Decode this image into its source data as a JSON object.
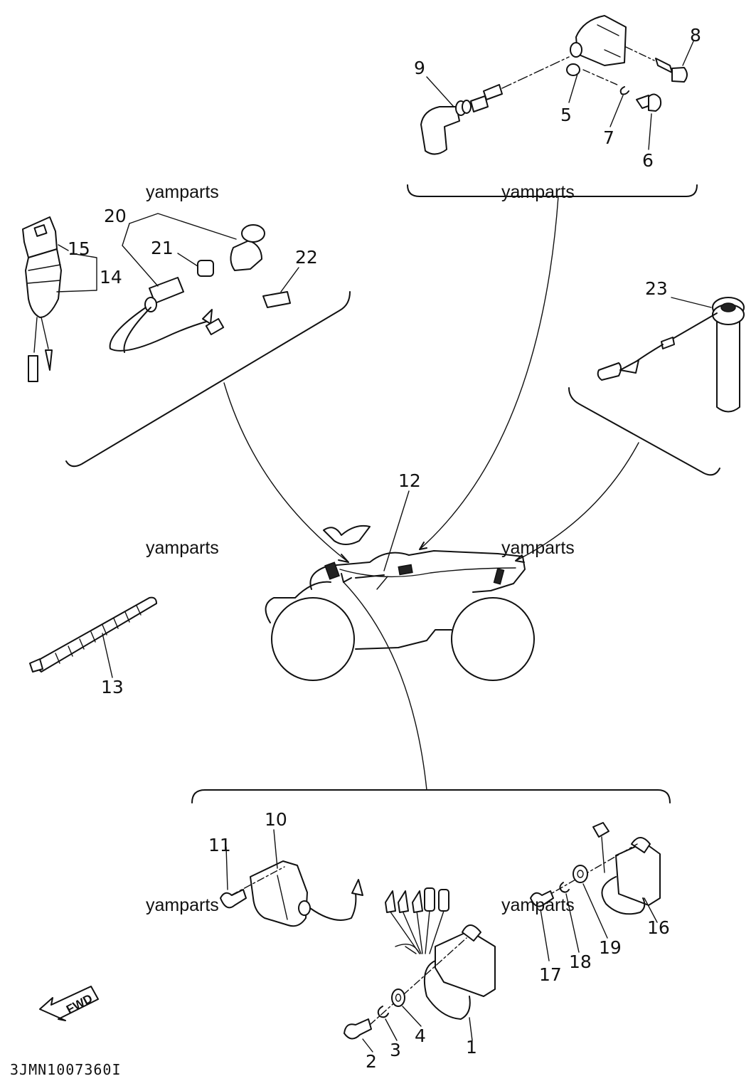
{
  "watermark": "yamparts",
  "diagram_code": "3JMN1007360I",
  "fwd_label": "FWD",
  "callouts": [
    "1",
    "2",
    "3",
    "4",
    "5",
    "6",
    "7",
    "8",
    "9",
    "10",
    "11",
    "12",
    "13",
    "14",
    "15",
    "16",
    "17",
    "18",
    "19",
    "20",
    "21",
    "22",
    "23"
  ]
}
